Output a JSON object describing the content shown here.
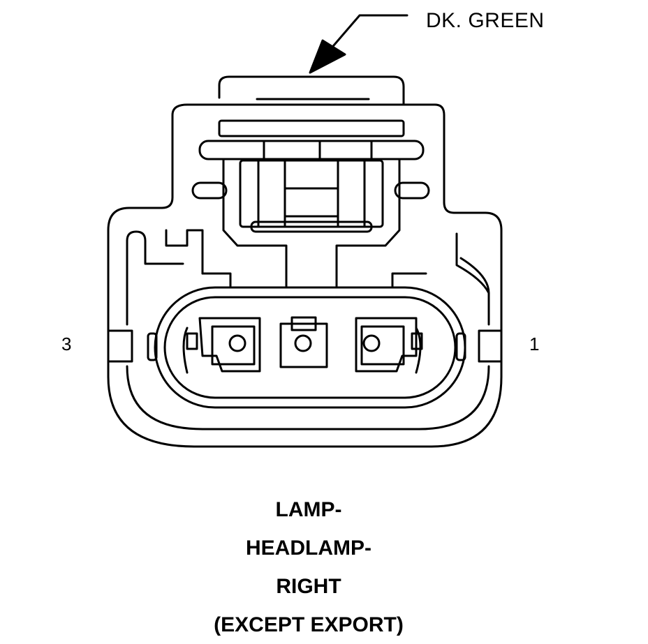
{
  "wire_color": "DK. GREEN",
  "pins": {
    "left": "3",
    "right": "1"
  },
  "caption_lines": [
    "LAMP-",
    "HEADLAMP-",
    "RIGHT",
    "(EXCEPT EXPORT)"
  ]
}
